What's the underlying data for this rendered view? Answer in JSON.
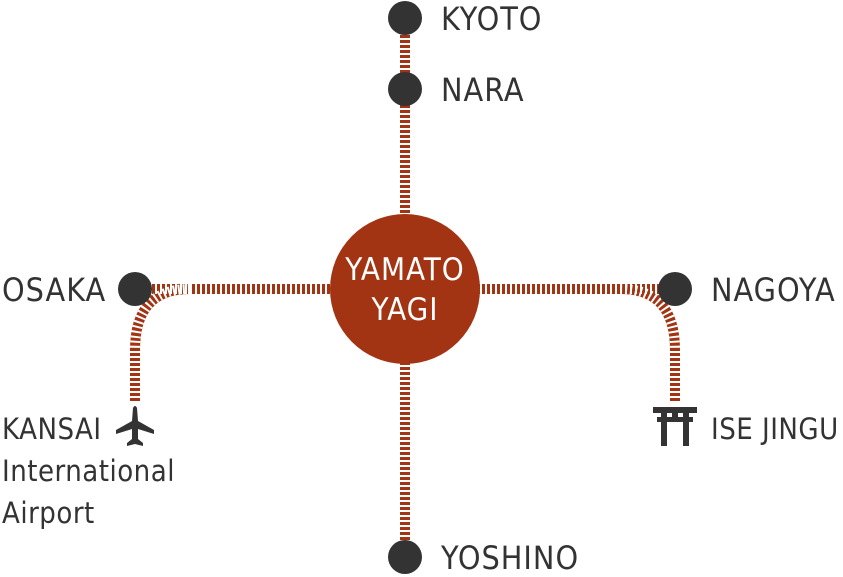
{
  "colors": {
    "rail": "#a23413",
    "rail_gap": "#ffffff",
    "hub": "#a23413",
    "station": "#333333",
    "text": "#333333"
  },
  "hub": {
    "line1": "YAMATO",
    "line2": "YAGI"
  },
  "stations": {
    "kyoto": "KYOTO",
    "nara": "NARA",
    "osaka": "OSAKA",
    "nagoya": "NAGOYA",
    "yoshino": "YOSHINO",
    "ise_jingu": "ISE JINGU",
    "kansai_line1": "KANSAI",
    "kansai_line2": "International",
    "kansai_line3": "Airport"
  },
  "icons": {
    "kansai": "airplane-icon",
    "ise_jingu": "torii-gate-icon"
  }
}
